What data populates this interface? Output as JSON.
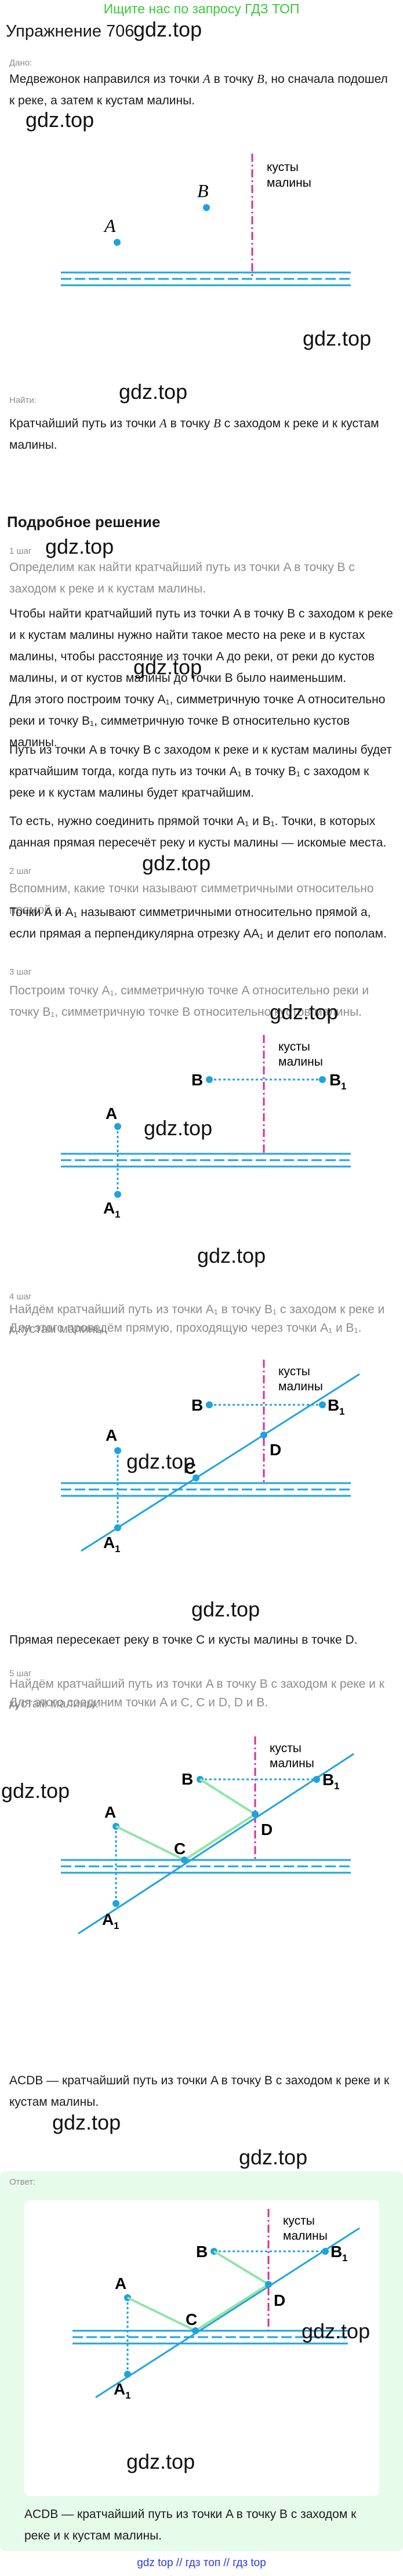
{
  "banner": "Ищите нас по запросу ГДЗ ТОП",
  "watermark": "gdz.top",
  "title": "Упражнение 706",
  "labels": {
    "dano": "Дано:",
    "najti": "Найти:",
    "answer": "Ответ:",
    "steps": [
      "1 шаг",
      "2 шаг",
      "3 шаг",
      "4 шаг",
      "5 шаг"
    ]
  },
  "given": {
    "t1": "Медвежонок направился из точки ",
    "a": "A",
    "t2": " в точку ",
    "b": "B",
    "t3": ", но сначала подошел к реке, а затем к кустам малины."
  },
  "find": {
    "t1": "Кратчайший путь из точки ",
    "a": "A",
    "t2": " в точку ",
    "b": "B",
    "t3": " с заходом к реке и к кустам малины."
  },
  "section_title": "Подробное решение",
  "step1": {
    "p1": "Определим как найти кратчайший путь из точки A в точку B с заходом к реке и к кустам малины.",
    "p2": "Чтобы найти кратчайший путь из точки A в точку B с заходом к реке и к кустам малины нужно найти такое место на реке и в кустах малины, чтобы расстояние из точки A до реки, от реки до кустов малины, и от кустов малины до точки B было наименьшим.",
    "p3": "Для этого построим точку A₁, симметричную точке A относительно реки и точку B₁, симметричную точке B относительно кустов малины.",
    "p4": "Путь из точки A в точку B с заходом к реке и к кустам малины будет кратчайшим тогда, когда путь из точки A₁ в точку B₁ с заходом к реке и к кустам малины будет кратчайшим.",
    "p5": "То есть, нужно соединить прямой точки A₁ и B₁. Точки, в которых данная прямая пересечёт реку и кусты малины — искомые места."
  },
  "step2": {
    "p1": "Вспомним, какие точки называют симметричными относительно прямой a.",
    "p2": "Точки A и A₁ называют симметричными относительно прямой a, если прямая a перпендикулярна отрезку AA₁ и делит его пополам."
  },
  "step3": {
    "p1": "Построим точку A₁, симметричную точке A относительно реки и точку B₁, симметричную точке B относительно кустов малины."
  },
  "step4": {
    "p1": "Найдём кратчайший путь из точки A₁ в точку B₁ с заходом к реке и к кустам малины.",
    "p2": "Для этого проведём прямую, проходящую через точки A₁ и B₁.",
    "p3": "Прямая пересекает реку в точке C и кусты малины в точке D."
  },
  "step5": {
    "p1": "Найдём кратчайший путь из точки A в точку B с заходом к реке и к кустам малины.",
    "p2": "Для этого соединим точки A и C, C и D, D и B.",
    "p3": "ACDB — кратчайший путь из точки A в точку B с заходом к реке и к кустам малины."
  },
  "answer_text": "ACDB — кратчайший путь из точки A в точку B с заходом к реке и к кустам малины.",
  "figure": {
    "bushes": "кусты малины",
    "bushes_l1": "кусты",
    "bushes_l2": "малины",
    "A": "A",
    "B": "B",
    "A1": "A",
    "B1": "B",
    "sub1": "1",
    "C": "C",
    "D": "D"
  },
  "footer": "gdz top // гдз топ // гдз top",
  "colors": {
    "accent": "#1fa3e0",
    "bushes_line": "#e0289a",
    "path": "#8ee6a6",
    "banner": "#39c93c",
    "answer_bg": "#e6fbe9"
  }
}
